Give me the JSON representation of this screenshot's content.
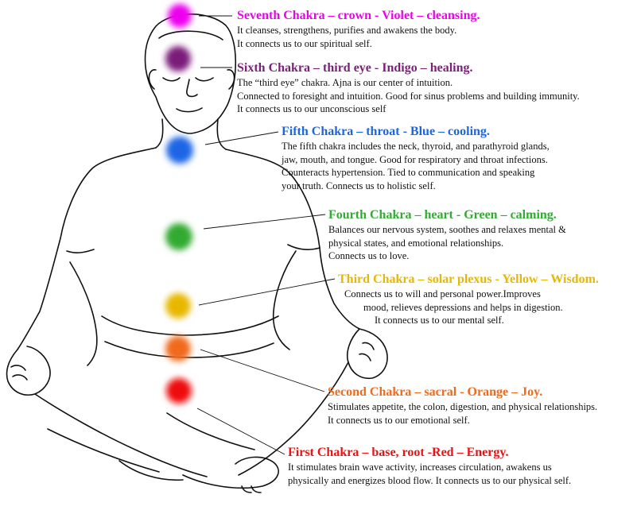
{
  "chakras": [
    {
      "title": "Seventh Chakra – crown - Violet – cleansing.",
      "color": "#ee00ee",
      "lines": [
        "It cleanses, strengthens, purifies and awakens the body.",
        "It connects us to our spiritual self."
      ]
    },
    {
      "title": "Sixth Chakra – third eye - Indigo – healing.",
      "color": "#7b1f7a",
      "lines": [
        "The “third eye” chakra. Ajna is our center of intuition.",
        "Connected to foresight and intuition. Good for sinus problems and building immunity.",
        "It connects us to our unconscious self"
      ]
    },
    {
      "title": "Fifth Chakra – throat - Blue – cooling.",
      "color": "#1a66e6",
      "lines": [
        "The fifth chakra includes the neck, thyroid, and parathyroid glands,",
        "jaw, mouth, and tongue. Good for respiratory and throat infections.",
        "Counteracts hypertension. Tied to communication and speaking",
        "your truth. Connects us to holistic self."
      ]
    },
    {
      "title": "Fourth Chakra – heart - Green – calming.",
      "color": "#33aa33",
      "lines": [
        "Balances our nervous system, soothes and relaxes mental &",
        "physical states, and emotional relationships.",
        "Connects us to love."
      ]
    },
    {
      "title": "Third Chakra – solar plexus - Yellow – Wisdom.",
      "color": "#e8b800",
      "lines": [
        "Connects us to will and personal power.Improves",
        "mood, relieves depressions and helps in digestion.",
        "It connects us to our mental self."
      ]
    },
    {
      "title": "Second Chakra – sacral - Orange – Joy.",
      "color": "#f06a1a",
      "lines": [
        "Stimulates appetite, the colon, digestion, and physical relationships.",
        "It connects us to our emotional self."
      ]
    },
    {
      "title": "First Chakra – base, root -Red – Energy.",
      "color": "#ee1111",
      "lines": [
        "It stimulates brain wave activity, increases circulation, awakens us",
        "physically and energizes blood flow. It connects us to our physical self."
      ]
    }
  ]
}
